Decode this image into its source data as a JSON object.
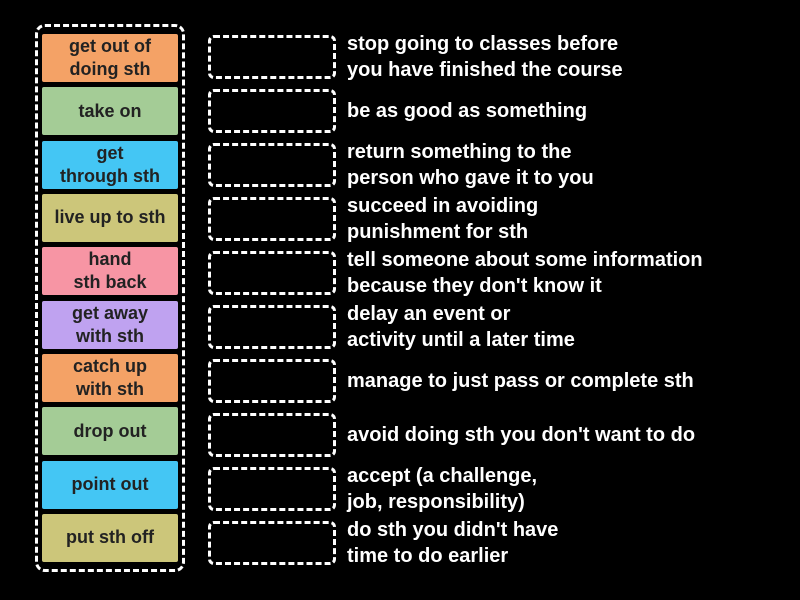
{
  "colors": {
    "background": "#000000",
    "dashed_border": "#ffffff",
    "tile_text": "#222222",
    "definition_text": "#ffffff"
  },
  "tiles": [
    {
      "label": "get out of\ndoing sth",
      "color": "#f4a266"
    },
    {
      "label": "take on",
      "color": "#a4cc96"
    },
    {
      "label": "get\nthrough sth",
      "color": "#44c6f4"
    },
    {
      "label": "live up to sth",
      "color": "#ccc67a"
    },
    {
      "label": "hand\nsth back",
      "color": "#f795a4"
    },
    {
      "label": "get away\nwith sth",
      "color": "#bfa2f0"
    },
    {
      "label": "catch up\nwith sth",
      "color": "#f4a266"
    },
    {
      "label": "drop out",
      "color": "#a4cc96"
    },
    {
      "label": "point out",
      "color": "#44c6f4"
    },
    {
      "label": "put sth off",
      "color": "#ccc67a"
    }
  ],
  "definitions": [
    "stop going to classes before\nyou have finished the course",
    "be as good as something",
    "return something to the\nperson who gave it to you",
    "succeed in avoiding\npunishment for sth",
    "tell someone about some information\nbecause they don't know it",
    "delay an event or\nactivity until a later time",
    "manage to just pass or complete sth",
    "avoid doing sth you don't want to do",
    "accept (a challenge,\njob, responsibility)",
    "do sth you didn't have\ntime to do earlier"
  ]
}
